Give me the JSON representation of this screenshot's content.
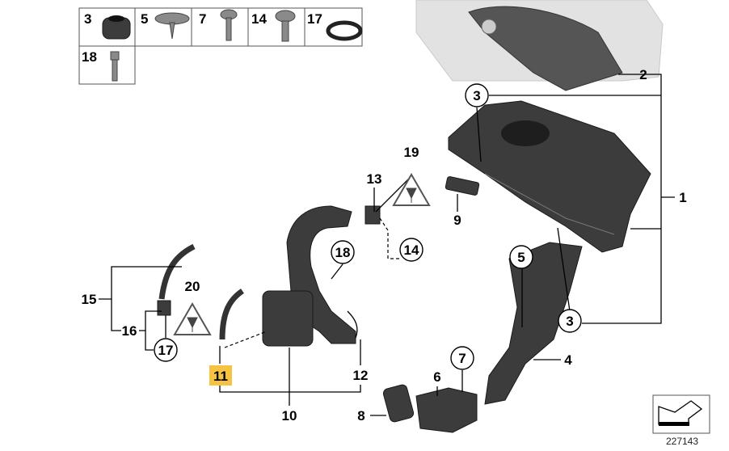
{
  "parts_table": {
    "cells": [
      "3",
      "5",
      "7",
      "14",
      "17",
      "18"
    ]
  },
  "callouts": {
    "c1": "1",
    "c2": "2",
    "c3a": "3",
    "c3b": "3",
    "c4": "4",
    "c5": "5",
    "c6": "6",
    "c7": "7",
    "c8": "8",
    "c9": "9",
    "c10": "10",
    "c11": "11",
    "c12": "12",
    "c13": "13",
    "c14": "14",
    "c15": "15",
    "c16": "16",
    "c17": "17",
    "c18": "18",
    "c19": "19",
    "c20": "20"
  },
  "highlight_color": "#f5c242",
  "diagram_number": "227143"
}
